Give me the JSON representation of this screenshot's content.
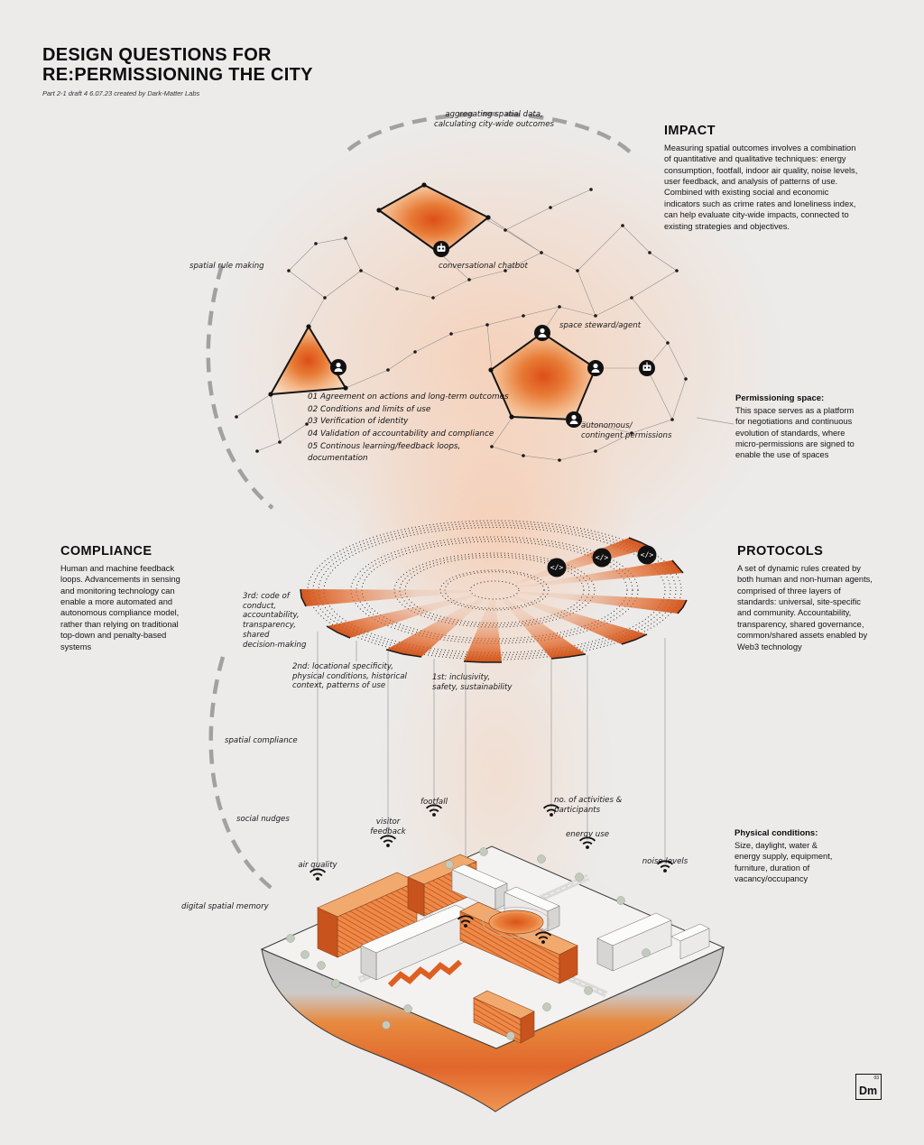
{
  "colors": {
    "accent": "#e2611f",
    "background": "#ecebea",
    "ink": "#111111"
  },
  "title": {
    "line1": "DESIGN QUESTIONS FOR",
    "line2": "RE:PERMISSIONING THE CITY",
    "subtitle": "Part 2-1 draft 4 6.07.23 created by Dark-Matter Labs"
  },
  "network": {
    "aggregating_label": "aggregating spatial data,\ncalculating city-wide outcomes",
    "spatial_rule_making": "spatial rule making",
    "conversational_chatbot": "conversational chatbot",
    "space_steward": "space steward/agent",
    "autonomous_permissions": "autonomous/\ncontingent permissions"
  },
  "agreement": {
    "items": [
      "01 Agreement on actions and long-term outcomes",
      "02 Conditions and limits of use",
      "03 Verification of identity",
      "04 Validation of accountability and compliance",
      "05 Continous learning/feedback loops, documentation"
    ]
  },
  "impact": {
    "heading": "IMPACT",
    "body": "Measuring spatial outcomes involves a combination of quantitative and qualitative techniques: energy consumption, footfall, indoor air quality, noise levels, user feedback, and analysis of patterns of use. Combined with existing social and economic indicators such as crime rates and loneliness index, can help evaluate city-wide impacts, connected to existing strategies and objectives."
  },
  "permissioning": {
    "heading": "Permissioning space:",
    "body": "This space serves as a platform for negotiations and continuous evolution of standards, where micro-permissions are signed to enable the use of spaces"
  },
  "compliance": {
    "heading": "COMPLIANCE",
    "body": "Human and machine feedback loops. Advancements in sensing and monitoring technology can enable a more automated and autonomous compliance model, rather than relying on traditional top-down and penalty-based systems"
  },
  "protocols": {
    "heading": "PROTOCOLS",
    "body": "A set of dynamic rules created by both human and non-human agents, comprised of three layers of standards: universal, site-specific and community. Accountability, transparency, shared governance, common/shared assets enabled by Web3 technology"
  },
  "layers": {
    "third": "3rd: code of\nconduct,\naccountability,\ntransparency, shared\ndecision-making",
    "second": "2nd: locational specificity,\nphysical conditions, historical\ncontext, patterns of use",
    "first": "1st: inclusivity,\nsafety, sustainability"
  },
  "left_labels": {
    "spatial_compliance": "spatial compliance",
    "social_nudges": "social nudges",
    "digital_spatial_memory": "digital spatial memory"
  },
  "sensors": {
    "air_quality": "air quality",
    "visitor_feedback": "visitor\nfeedback",
    "footfall": "footfall",
    "activities": "no. of activities &\nparticipants",
    "energy_use": "energy use",
    "noise_levels": "noise levels"
  },
  "physical": {
    "heading": "Physical conditions:",
    "body": "Size, daylight, water &\nenergy supply, equipment,\nfurniture, duration of\nvacancy/occupancy"
  },
  "icons": {
    "code_glyph": "</>"
  },
  "logo": {
    "text": "Dm",
    "number": "03"
  }
}
